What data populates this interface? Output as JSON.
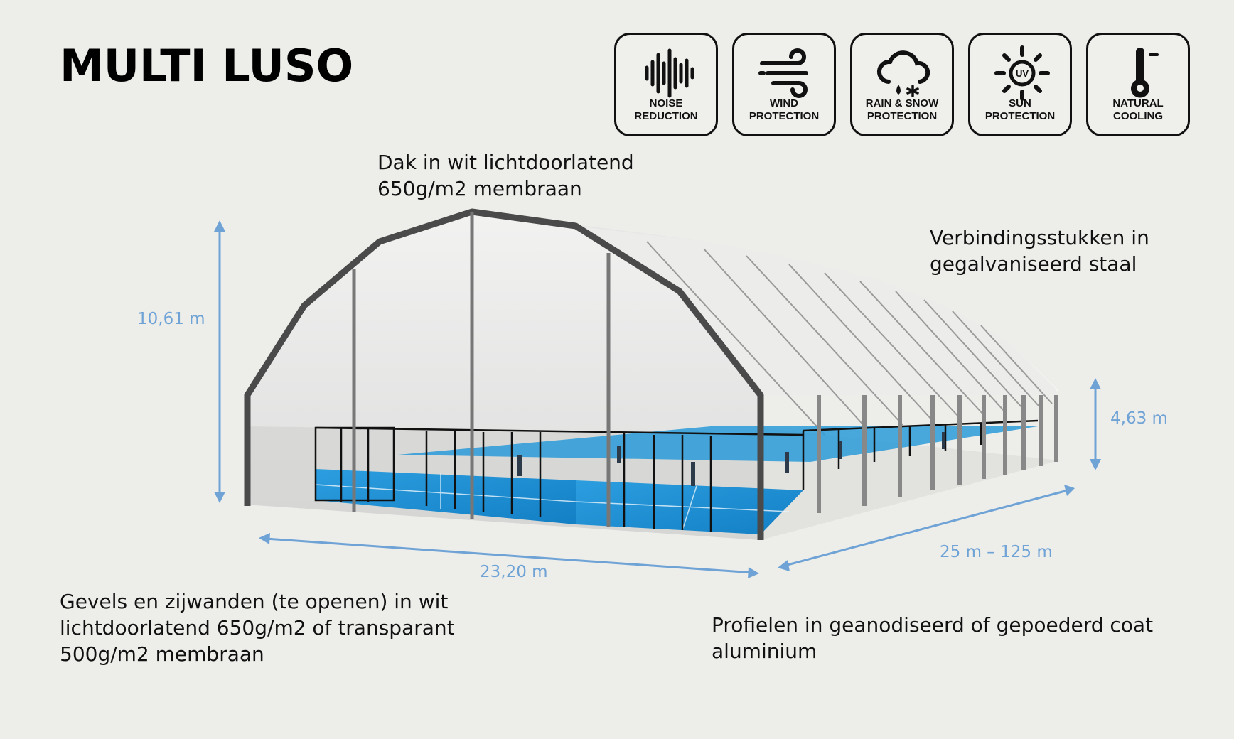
{
  "title": "MULTI LUSO",
  "features": [
    {
      "icon": "soundwave-icon",
      "label": "NOISE\nREDUCTION"
    },
    {
      "icon": "wind-icon",
      "label": "WIND\nPROTECTION"
    },
    {
      "icon": "cloud-rain-snow-icon",
      "label": "RAIN & SNOW\nPROTECTION"
    },
    {
      "icon": "sun-uv-icon",
      "label": "SUN\nPROTECTION"
    },
    {
      "icon": "thermometer-icon",
      "label": "NATURAL\nCOOLING"
    }
  ],
  "notes": {
    "roof": "Dak in wit lichtdoorlatend\n650g/m2 membraan",
    "connectors": "Verbindingsstukken in\ngegalvaniseerd staal",
    "walls": "Gevels en zijwanden (te openen) in wit\nlichtdoorlatend 650g/m2 of transparant\n500g/m2 membraan",
    "profiles": "Profielen in geanodiseerd of gepoederd coat\naluminium"
  },
  "dimensions": {
    "height": "10,61 m",
    "side_height": "4,63 m",
    "width": "23,20 m",
    "length": "25 m – 125 m"
  },
  "colors": {
    "background": "#ededea",
    "dimension": "#6fa3d6",
    "court": "#1f8fd6",
    "frame": "#4a4a4a"
  }
}
